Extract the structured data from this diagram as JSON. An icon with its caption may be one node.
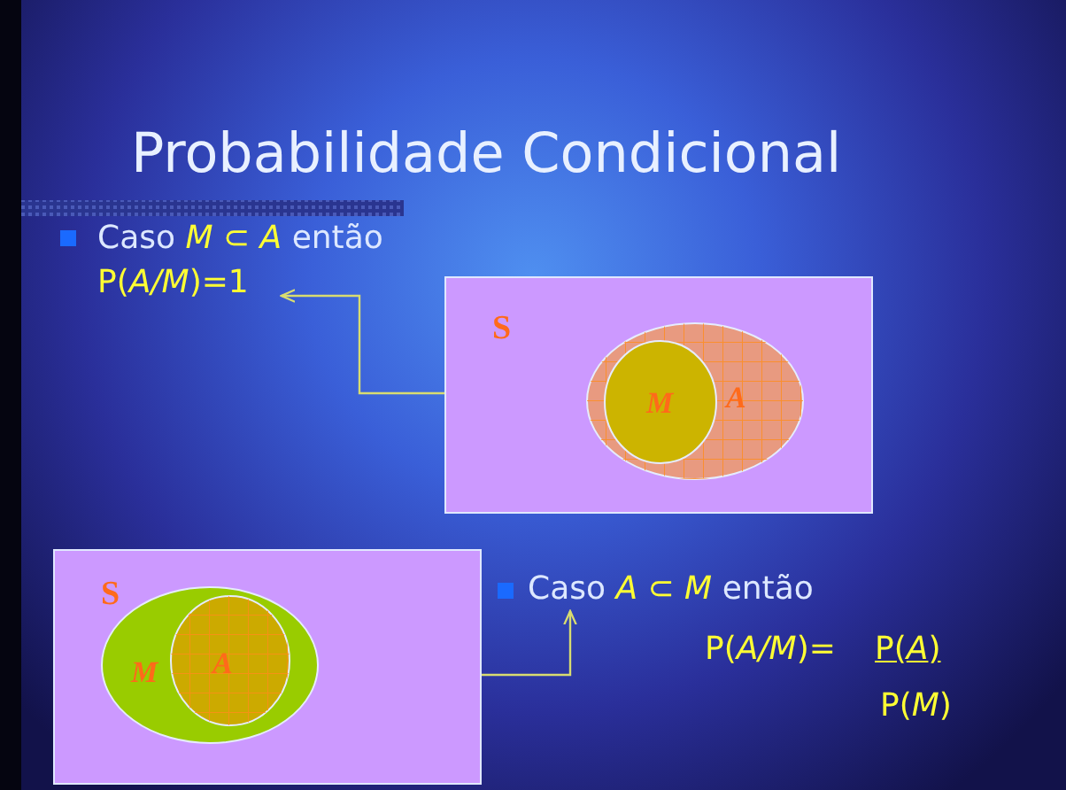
{
  "diagram": {
    "title": "Probabilidade Condicional",
    "nodes": [
      {
        "text": [
          "P(*A/M*)=1"
        ]
      },
      {
        "text": [
          "S"
        ]
      },
      {
        "text": [
          "A"
        ],
        "in": 1
      },
      {
        "text": [
          "M"
        ],
        "in": 2
      },
      {
        "text": [
          "S"
        ]
      },
      {
        "text": [
          "M"
        ],
        "in": 4
      },
      {
        "text": [
          "A"
        ],
        "in": 5
      },
      {
        "text": [
          "Caso *A ⊂ M* então"
        ]
      }
    ],
    "edges": [
      {
        "from": 1,
        "to": 0,
        "arrow": "to"
      },
      {
        "from": 4,
        "to": 7,
        "arrow": "to"
      }
    ],
    "labels": [
      "Caso *M ⊂ A* então",
      "P(*A/M*)=",
      "P(*A*)",
      "P(*M*)"
    ]
  }
}
